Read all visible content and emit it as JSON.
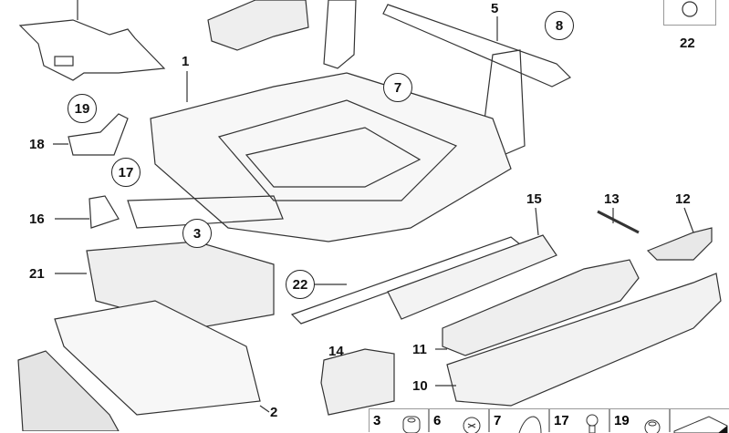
{
  "diagram": {
    "callouts": {
      "p1": "1",
      "p2": "2",
      "p3": "3",
      "p5": "5",
      "p7": "7",
      "p8": "8",
      "p10": "10",
      "p11": "11",
      "p12": "12",
      "p13": "13",
      "p14": "14",
      "p15": "15",
      "p16": "16",
      "p17": "17",
      "p18": "18",
      "p19": "19",
      "p21": "21",
      "p22a": "22",
      "p22b": "22"
    },
    "small_parts_row": [
      "3",
      "6",
      "7",
      "17",
      "19"
    ]
  }
}
